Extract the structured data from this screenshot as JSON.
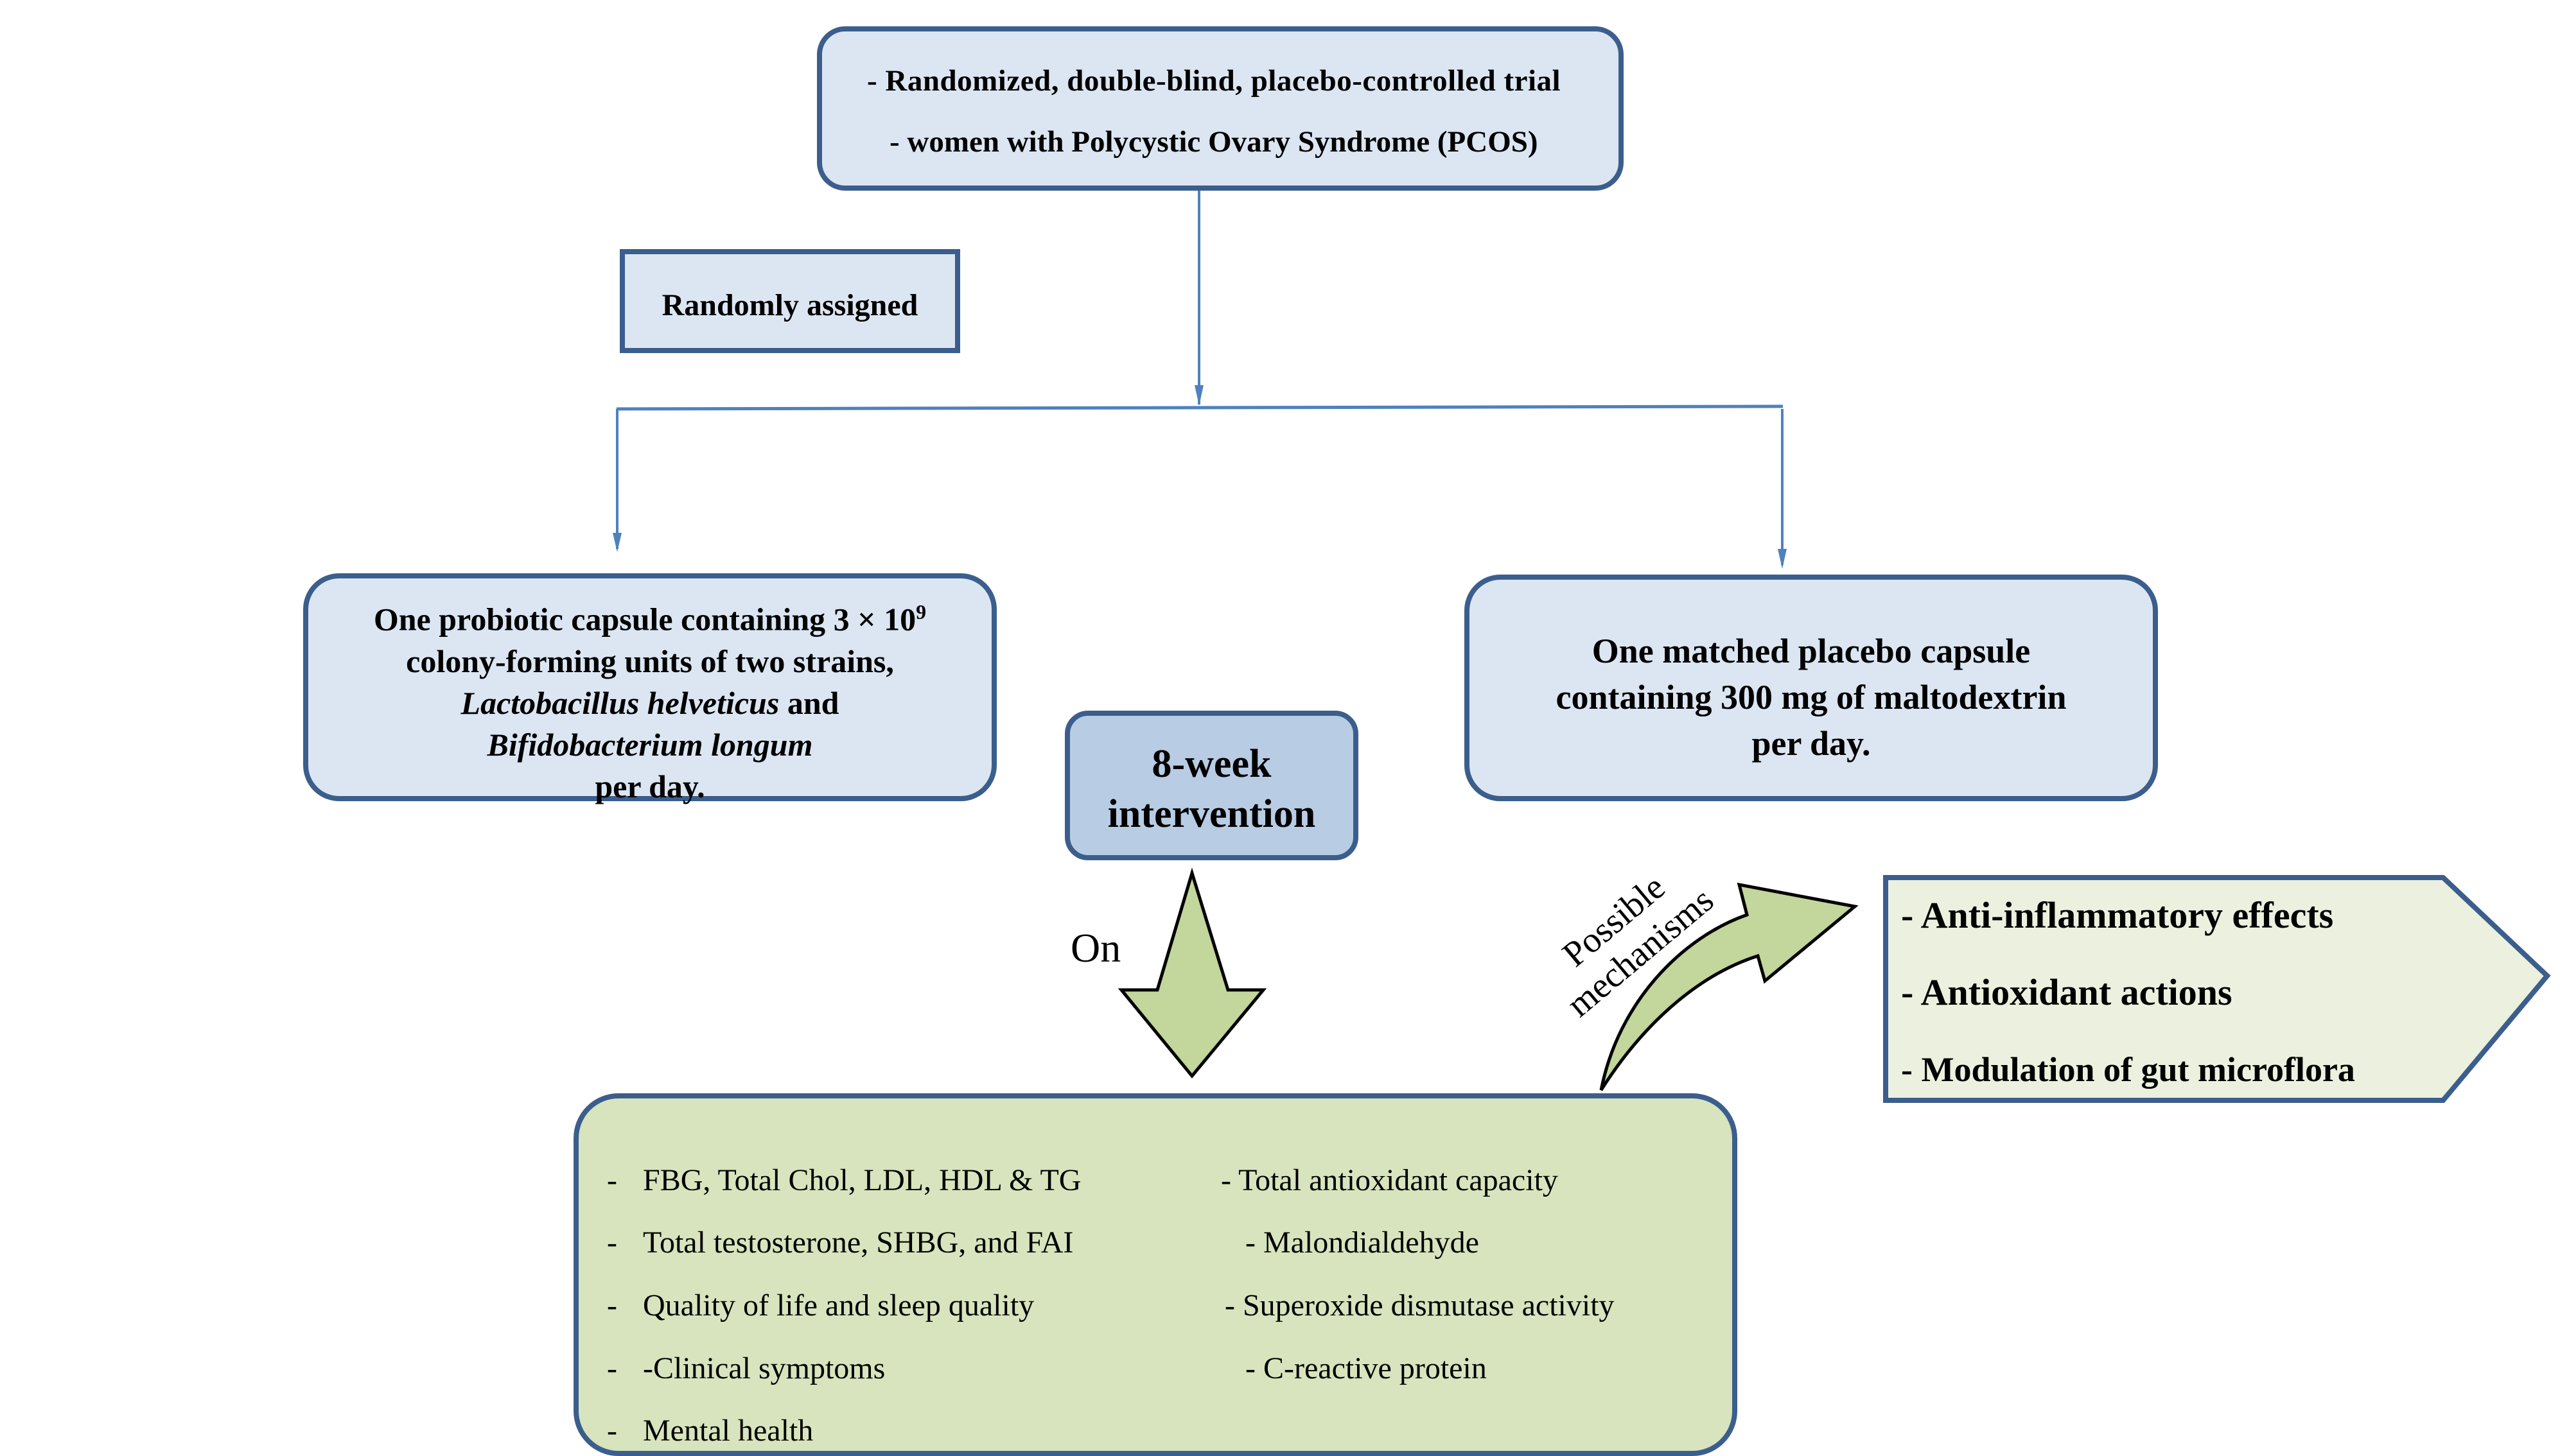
{
  "top_box": {
    "lines": [
      "- Randomized,  double-blind,  placebo-controlled  trial",
      "- women with Polycystic Ovary Syndrome (PCOS)"
    ]
  },
  "randomization": {
    "label": "Randomly assigned"
  },
  "probiotic_arm": {
    "line1_prefix": "One probiotic capsule containing 3 × 10",
    "line1_sup": "9",
    "line2": "colony-forming units of two strains,",
    "strain1": "Lactobacillus helveticus",
    "and": " and",
    "strain2": "Bifidobacterium longum",
    "line5": "per day."
  },
  "placebo_arm": {
    "lines": [
      "One matched placebo capsule",
      "containing 300 mg of maltodextrin",
      "per day."
    ]
  },
  "intervention": {
    "lines": [
      "8-week",
      "intervention"
    ]
  },
  "on_label": "On",
  "mechanism_label": [
    "Possible",
    "mechanisms"
  ],
  "outcomes": {
    "left_column": [
      "FBG, Total Chol, LDL, HDL & TG",
      "Total testosterone,  SHBG, and FAI",
      "Quality  of life  and sleep quality",
      "-Clinical  symptoms",
      "Mental  health"
    ],
    "right_column": [
      "- Total  antioxidant  capacity",
      "- Malondialdehyde",
      "- Superoxide  dismutase  activity",
      "- C-reactive  protein"
    ],
    "dash": "-"
  },
  "effects": [
    "- Anti-inflammatory  effects",
    "-  Antioxidant  actions",
    "-   Modulation of gut microflora"
  ],
  "colors": {
    "border": "#3b5e8c",
    "light_blue": "#dce6f2",
    "mid_blue": "#b8cce4",
    "green": "#d7e4bd",
    "arrow_green": "#c3d69b",
    "pale_green": "#ebf1de",
    "connector": "#4f81bd"
  }
}
